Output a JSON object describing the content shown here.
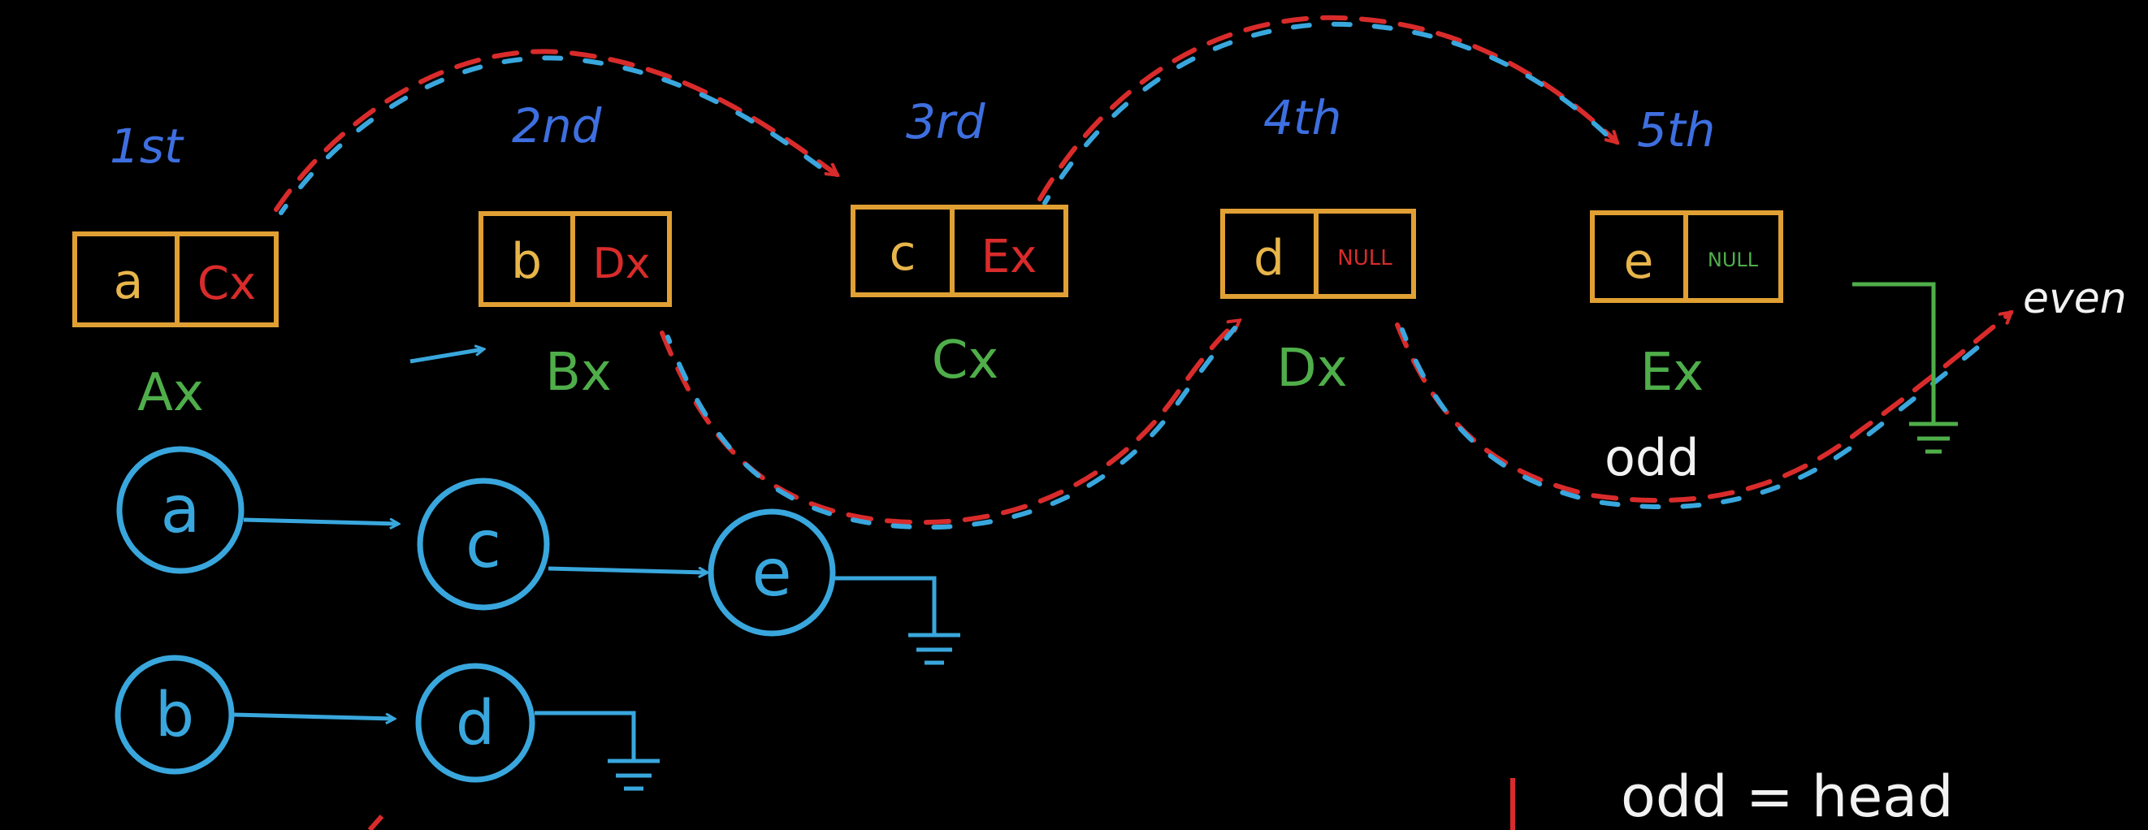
{
  "colors": {
    "background": "#000000",
    "node_box": "#e0a033",
    "node_value": "#e8b54a",
    "pointer_red": "#d92b2b",
    "address_green": "#4fae4a",
    "ordinal_blue": "#3e6fe0",
    "list_cyan": "#39a7dd",
    "label_white": "#f2f2f2"
  },
  "linked_list": {
    "nodes": [
      {
        "ordinal": "1st",
        "value": "a",
        "next": "Cx",
        "address": "Ax"
      },
      {
        "ordinal": "2nd",
        "value": "b",
        "next": "Dx",
        "address": "Bx"
      },
      {
        "ordinal": "3rd",
        "value": "c",
        "next": "Ex",
        "address": "Cx"
      },
      {
        "ordinal": "4th",
        "value": "d",
        "next": "NULL",
        "address": "Dx"
      },
      {
        "ordinal": "5th",
        "value": "e",
        "next": "NULL",
        "address": "Ex"
      }
    ]
  },
  "labels": {
    "even": "even",
    "odd": "odd",
    "assignment": "odd = head"
  },
  "odd_list": [
    "a",
    "c",
    "e"
  ],
  "even_list": [
    "b",
    "d"
  ]
}
